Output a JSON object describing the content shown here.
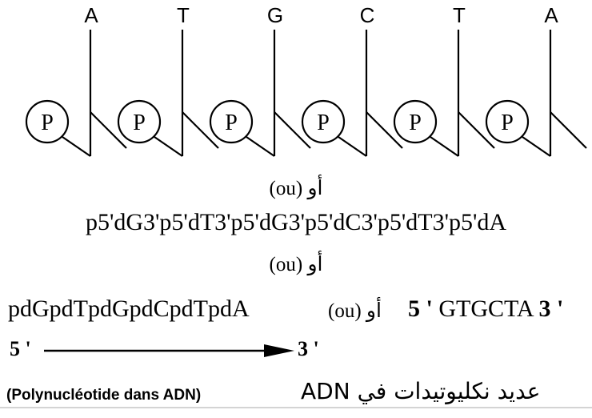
{
  "diagram": {
    "bases": [
      "A",
      "T",
      "G",
      "C",
      "T",
      "A"
    ],
    "phosphate_label": "P",
    "ou_line_1": "(ou) أو",
    "sequence_long": "p5'dG3'p5'dT3'p5'dG3'p5'dC3'p5'dT3'p5'dA",
    "ou_line_2": "(ou) أو",
    "sequence_short": "pdGpdTpdGpdCpdTpdA",
    "ou_inline": "(ou) أو",
    "sequence_prime_start": "5 '",
    "sequence_letters": "GTGCTA",
    "sequence_prime_end": "3 '",
    "arrow_start_label": "5 '",
    "arrow_end_label": "3 '",
    "caption_arabic": "عديد نكليوتيدات في ADN",
    "caption_french": "(Polynucléotide dans ADN)"
  }
}
